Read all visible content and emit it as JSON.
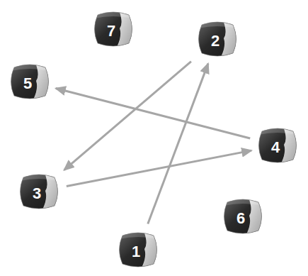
{
  "diagram": {
    "nodes": [
      {
        "text": [
          "7"
        ]
      },
      {
        "text": [
          "2"
        ]
      },
      {
        "text": [
          "5"
        ]
      },
      {
        "text": [
          "4"
        ]
      },
      {
        "text": [
          "3"
        ]
      },
      {
        "text": [
          "6"
        ]
      },
      {
        "text": [
          "1"
        ]
      }
    ],
    "edges": [
      {
        "from": 1,
        "to": 4,
        "arrow": "to"
      },
      {
        "from": 6,
        "to": 1,
        "arrow": "to"
      },
      {
        "from": 4,
        "to": 3,
        "arrow": "to"
      },
      {
        "from": 3,
        "to": 2,
        "arrow": "to"
      }
    ]
  }
}
